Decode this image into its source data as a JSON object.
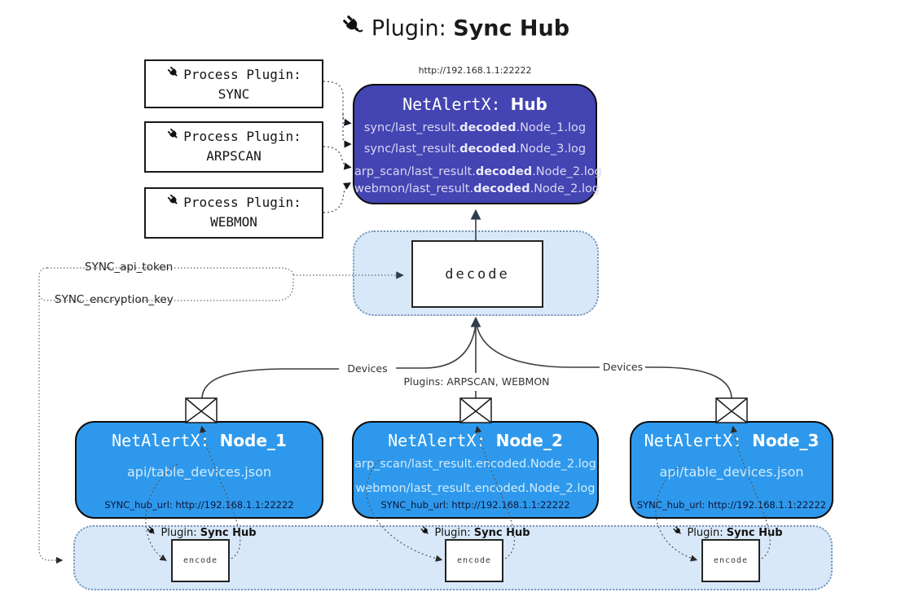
{
  "title": {
    "label": "Plugin: ",
    "name": "Sync Hub"
  },
  "hub_url": "http://192.168.1.1:22222",
  "process_plugins": [
    {
      "label": "Process Plugin:",
      "name": "SYNC"
    },
    {
      "label": "Process Plugin:",
      "name": "ARPSCAN"
    },
    {
      "label": "Process Plugin:",
      "name": "WEBMON"
    }
  ],
  "hub": {
    "name_prefix": "NetAlertX: ",
    "name": "Hub",
    "logs": [
      {
        "pre": "sync/last_result.",
        "bold": "decoded",
        "post": ".Node_1.log"
      },
      {
        "pre": "sync/last_result.",
        "bold": "decoded",
        "post": ".Node_3.log"
      },
      {
        "pre": "arp_scan/last_result.",
        "bold": "decoded",
        "post": ".Node_2.log"
      },
      {
        "pre": "webmon/last_result.",
        "bold": "decoded",
        "post": ".Node_2.log"
      }
    ]
  },
  "decode_label": "decode",
  "settings": {
    "api_token": "SYNC_api_token",
    "encryption_key": "SYNC_encryption_key"
  },
  "edge_labels": {
    "left": "Devices",
    "center": "Plugins: ARPSCAN, WEBMON",
    "right": "Devices"
  },
  "nodes": [
    {
      "name_prefix": "NetAlertX: ",
      "name": "Node_1",
      "lines": [
        "api/table_devices.json"
      ],
      "footer": "SYNC_hub_url: http://192.168.1.1:22222"
    },
    {
      "name_prefix": "NetAlertX: ",
      "name": "Node_2",
      "lines": [
        "arp_scan/last_result.encoded.Node_2.log",
        "webmon/last_result.encoded.Node_2.log"
      ],
      "footer": "SYNC_hub_url: http://192.168.1.1:22222"
    },
    {
      "name_prefix": "NetAlertX: ",
      "name": "Node_3",
      "lines": [
        "api/table_devices.json"
      ],
      "footer": "SYNC_hub_url: http://192.168.1.1:22222"
    }
  ],
  "encoders": [
    {
      "plugin_label": "Plugin: ",
      "plugin_name": "Sync Hub",
      "action": "encode"
    },
    {
      "plugin_label": "Plugin: ",
      "plugin_name": "Sync Hub",
      "action": "encode"
    },
    {
      "plugin_label": "Plugin: ",
      "plugin_name": "Sync Hub",
      "action": "encode"
    }
  ],
  "icons": {
    "plug": "plug-icon",
    "envelope": "envelope-icon"
  },
  "colors": {
    "hub_fill": "#4444b3",
    "node_fill": "#2e99ec",
    "panel_fill": "#d9e8f8",
    "panel_border": "#7795b8"
  }
}
